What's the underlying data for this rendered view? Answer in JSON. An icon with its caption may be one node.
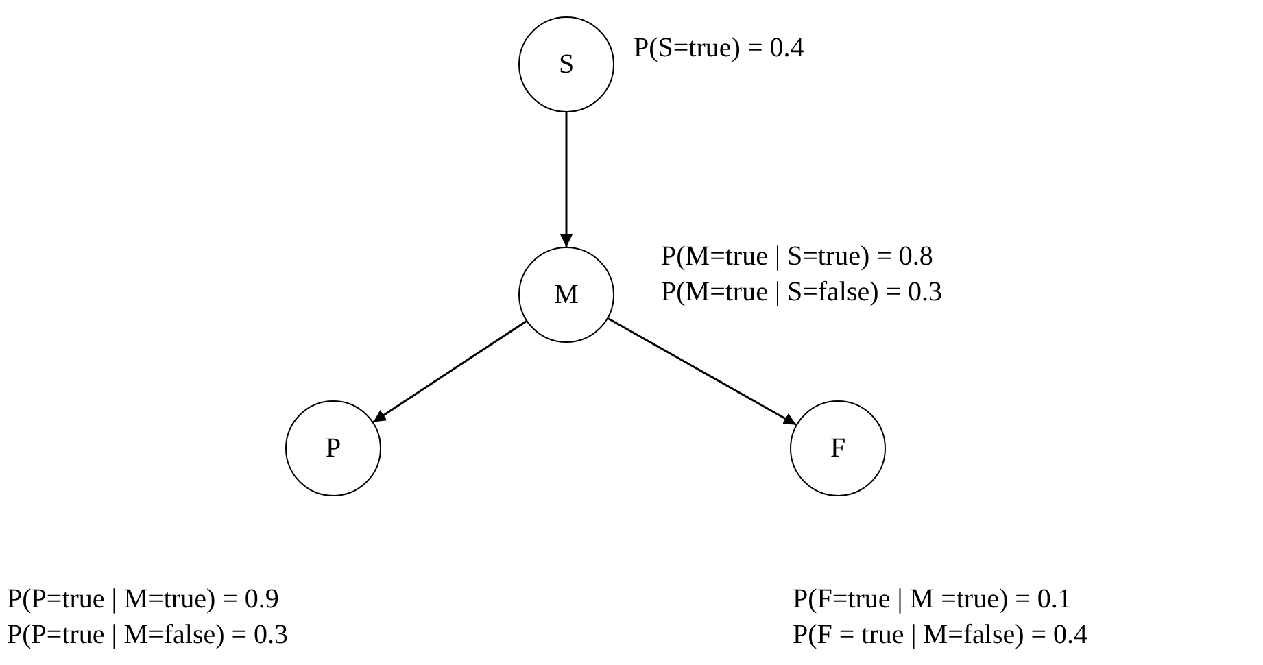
{
  "diagram": {
    "nodes": [
      {
        "text": [
          "S"
        ],
        "beside": [
          "P(S=true) = 0.4"
        ]
      },
      {
        "text": [
          "M"
        ],
        "beside": [
          "P(M=true | S=true) = 0.8",
          "P(M=true | S=false) = 0.3"
        ]
      },
      {
        "text": [
          "P"
        ],
        "beside": [
          "P(P=true | M=true) = 0.9",
          "P(P=true | M=false) = 0.3"
        ]
      },
      {
        "text": [
          "F"
        ],
        "beside": [
          "P(F=true | M =true) = 0.1",
          "P(F = true | M=false) = 0.4"
        ]
      }
    ],
    "edges": [
      {
        "from": 0,
        "to": 1,
        "arrow": "to"
      },
      {
        "from": 1,
        "to": 2,
        "arrow": "to"
      },
      {
        "from": 1,
        "to": 3,
        "arrow": "to"
      }
    ]
  }
}
